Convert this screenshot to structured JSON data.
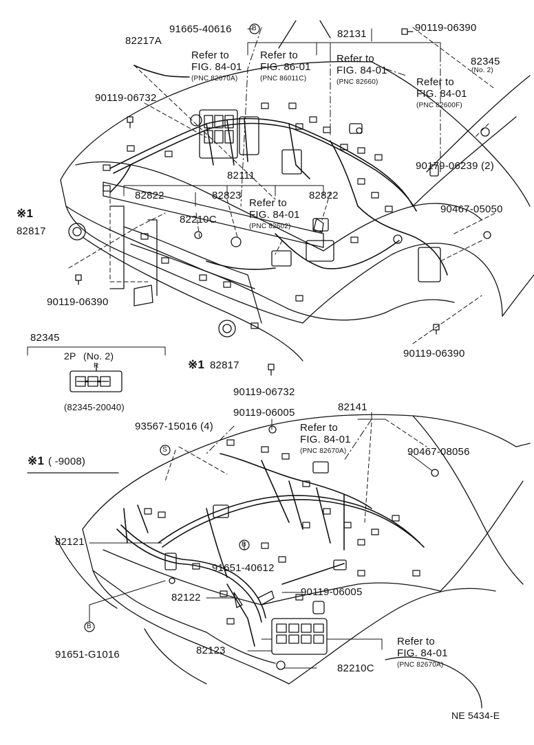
{
  "callouts": {
    "p91665_40616": "91665-40616",
    "p82217A": "82217A",
    "p90119_06732_top": "90119-06732",
    "p82131": "82131",
    "p90119_06390_top": "90119-06390",
    "p82345": "82345",
    "p82345_qty": "(No. 2)",
    "p90179_06239": "90179-06239 (2)",
    "p82111": "82111",
    "p82822_left": "82822",
    "p82823": "82823",
    "p82822_right": "82822",
    "p82210C_top": "82210C",
    "p82817_left": "82817",
    "p90467_05050": "90467-05050",
    "p90119_06390_left": "90119-06390",
    "p82817_bottom": "82817",
    "p90119_06390_right": "90119-06390",
    "p90119_06732_mid": "90119-06732",
    "p90119_06005_top": "90119-06005",
    "p82141": "82141",
    "p93567_15016": "93567-15016 (4)",
    "p90467_08056": "90467-08056",
    "p82121": "82121",
    "p91651_40612": "91651-40612",
    "p82122": "82122",
    "p90119_06005_bottom": "90119-06005",
    "p82123": "82123",
    "p82210C_bottom": "82210C",
    "p91651_G1016": "91651-G1016"
  },
  "refs": {
    "r1_line1": "Refer to",
    "r1_line2": "FIG. 84-01",
    "r1_pnc": "(PNC 82670A)",
    "r2_line1": "Refer to",
    "r2_line2": "FIG. 86-01",
    "r2_pnc": "(PNC 86011C)",
    "r3_line1": "Refer to",
    "r3_line2": "FIG. 84-01",
    "r3_pnc": "(PNC 82660)",
    "r4_line1": "Refer to",
    "r4_line2": "FIG. 84-01",
    "r4_pnc": "(PNC 82600F)",
    "r5_line1": "Refer to",
    "r5_line2": "FIG. 84-01",
    "r5_pnc": "(PNC 82602)",
    "r6_line1": "Refer to",
    "r6_line2": "FIG. 84-01",
    "r6_pnc": "(PNC 82670A)",
    "r7_line1": "Refer to",
    "r7_line2": "FIG. 84-01",
    "r7_pnc": "(PNC 82670A)"
  },
  "marks": {
    "note_mark": "※1",
    "bolt_marker": "B",
    "screw_marker": "S"
  },
  "connector_box": {
    "part": "82345",
    "type": "2P",
    "qty": "(No. 2)",
    "color_code": "R",
    "sub_part": "(82345-20040)"
  },
  "footnote": {
    "mark": "※1",
    "text": "(      -9008)"
  },
  "figure_id": "NE 5434-E",
  "colors": {
    "ink": "#111111",
    "paper": "#ffffff"
  }
}
